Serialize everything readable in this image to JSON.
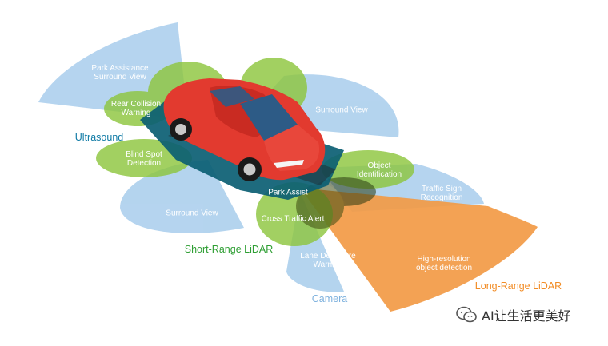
{
  "colors": {
    "ultrasound": "#0f7aa5",
    "short_range_lidar": "#2e9e33",
    "camera": "#7fb2de",
    "long_range_lidar": "#f28c25",
    "camera_fill": "#a8cdec",
    "green_fill": "#8ec63f",
    "orange_fill": "#f29a45",
    "teal_fill": "#0b5e73",
    "car_red": "#e23a2f"
  },
  "zones": {
    "park_assistance_surround_view": [
      "Park Assistance",
      "Surround View"
    ],
    "rear_collision_warning": [
      "Rear Collision",
      "Warning"
    ],
    "blind_spot_detection": [
      "Blind Spot",
      "Detection"
    ],
    "surround_view_left": [
      "Surround View"
    ],
    "surround_view_top": [
      "Surround View"
    ],
    "object_identification": [
      "Object",
      "Identification"
    ],
    "traffic_sign_recognition": [
      "Traffic Sign",
      "Recognition"
    ],
    "park_assist": [
      "Park Assist"
    ],
    "cross_traffic_alert": [
      "Cross Traffic Alert"
    ],
    "lane_departure_warning": [
      "Lane Departure",
      "Warning"
    ],
    "high_resolution_object_detection": [
      "High-resolution",
      "object detection"
    ]
  },
  "legend": {
    "ultrasound": "Ultrasound",
    "short_range_lidar": "Short-Range LiDAR",
    "camera": "Camera",
    "long_range_lidar": "Long-Range LiDAR"
  },
  "watermark": {
    "text": "AI让生活更美好",
    "icon": "wechat-icon"
  }
}
